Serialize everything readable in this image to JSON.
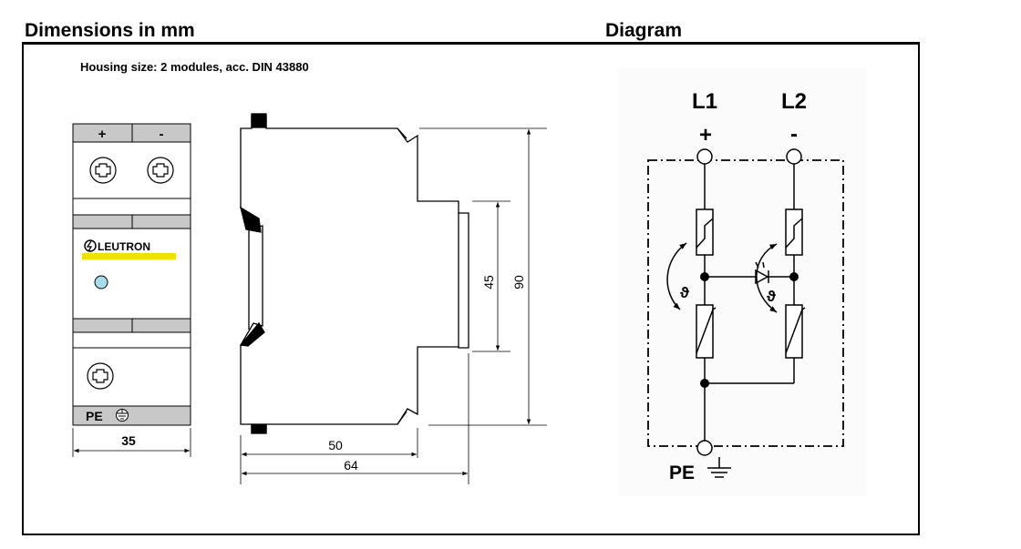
{
  "header": {
    "dimensions_title": "Dimensions in mm",
    "diagram_title": "Diagram"
  },
  "housing": {
    "text": "Housing size:  2 modules, acc. DIN 43880"
  },
  "front_view": {
    "plus_label": "+",
    "minus_label": "-",
    "brand": "LEUTRON",
    "pe_label": "PE",
    "width_dim": "35"
  },
  "side_view": {
    "dim_50": "50",
    "dim_64": "64",
    "dim_45": "45",
    "dim_90": "90"
  },
  "schematic": {
    "l1": "L1",
    "l2": "L2",
    "plus": "+",
    "minus": "-",
    "theta_left": "ϑ",
    "theta_right": "ϑ",
    "pe": "PE"
  }
}
